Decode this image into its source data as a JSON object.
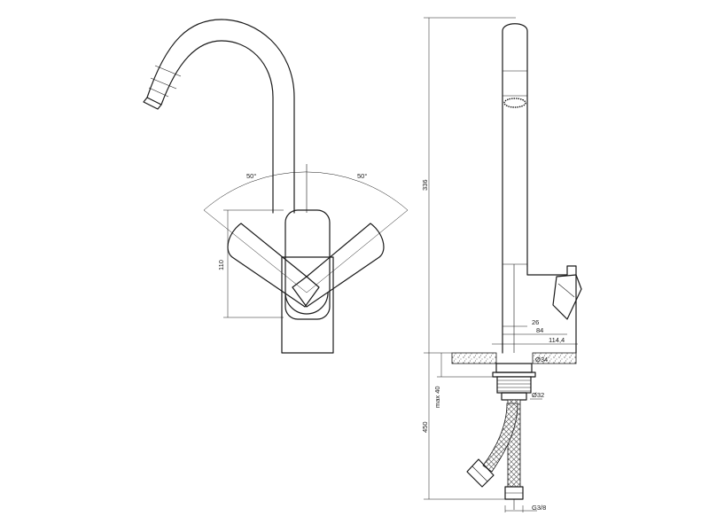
{
  "labels": {
    "angle_left": "50°",
    "angle_right": "50°",
    "height_body": "110",
    "height_total": "336",
    "dim_26": "26",
    "dim_84": "84",
    "dim_114": "114,4",
    "dia_34": "Ø34",
    "max_40": "max 40",
    "dia_32": "Ø32",
    "hose_450": "450",
    "thread": "G3/8"
  },
  "colors": {
    "line": "#1a1a1a",
    "background": "#ffffff"
  }
}
